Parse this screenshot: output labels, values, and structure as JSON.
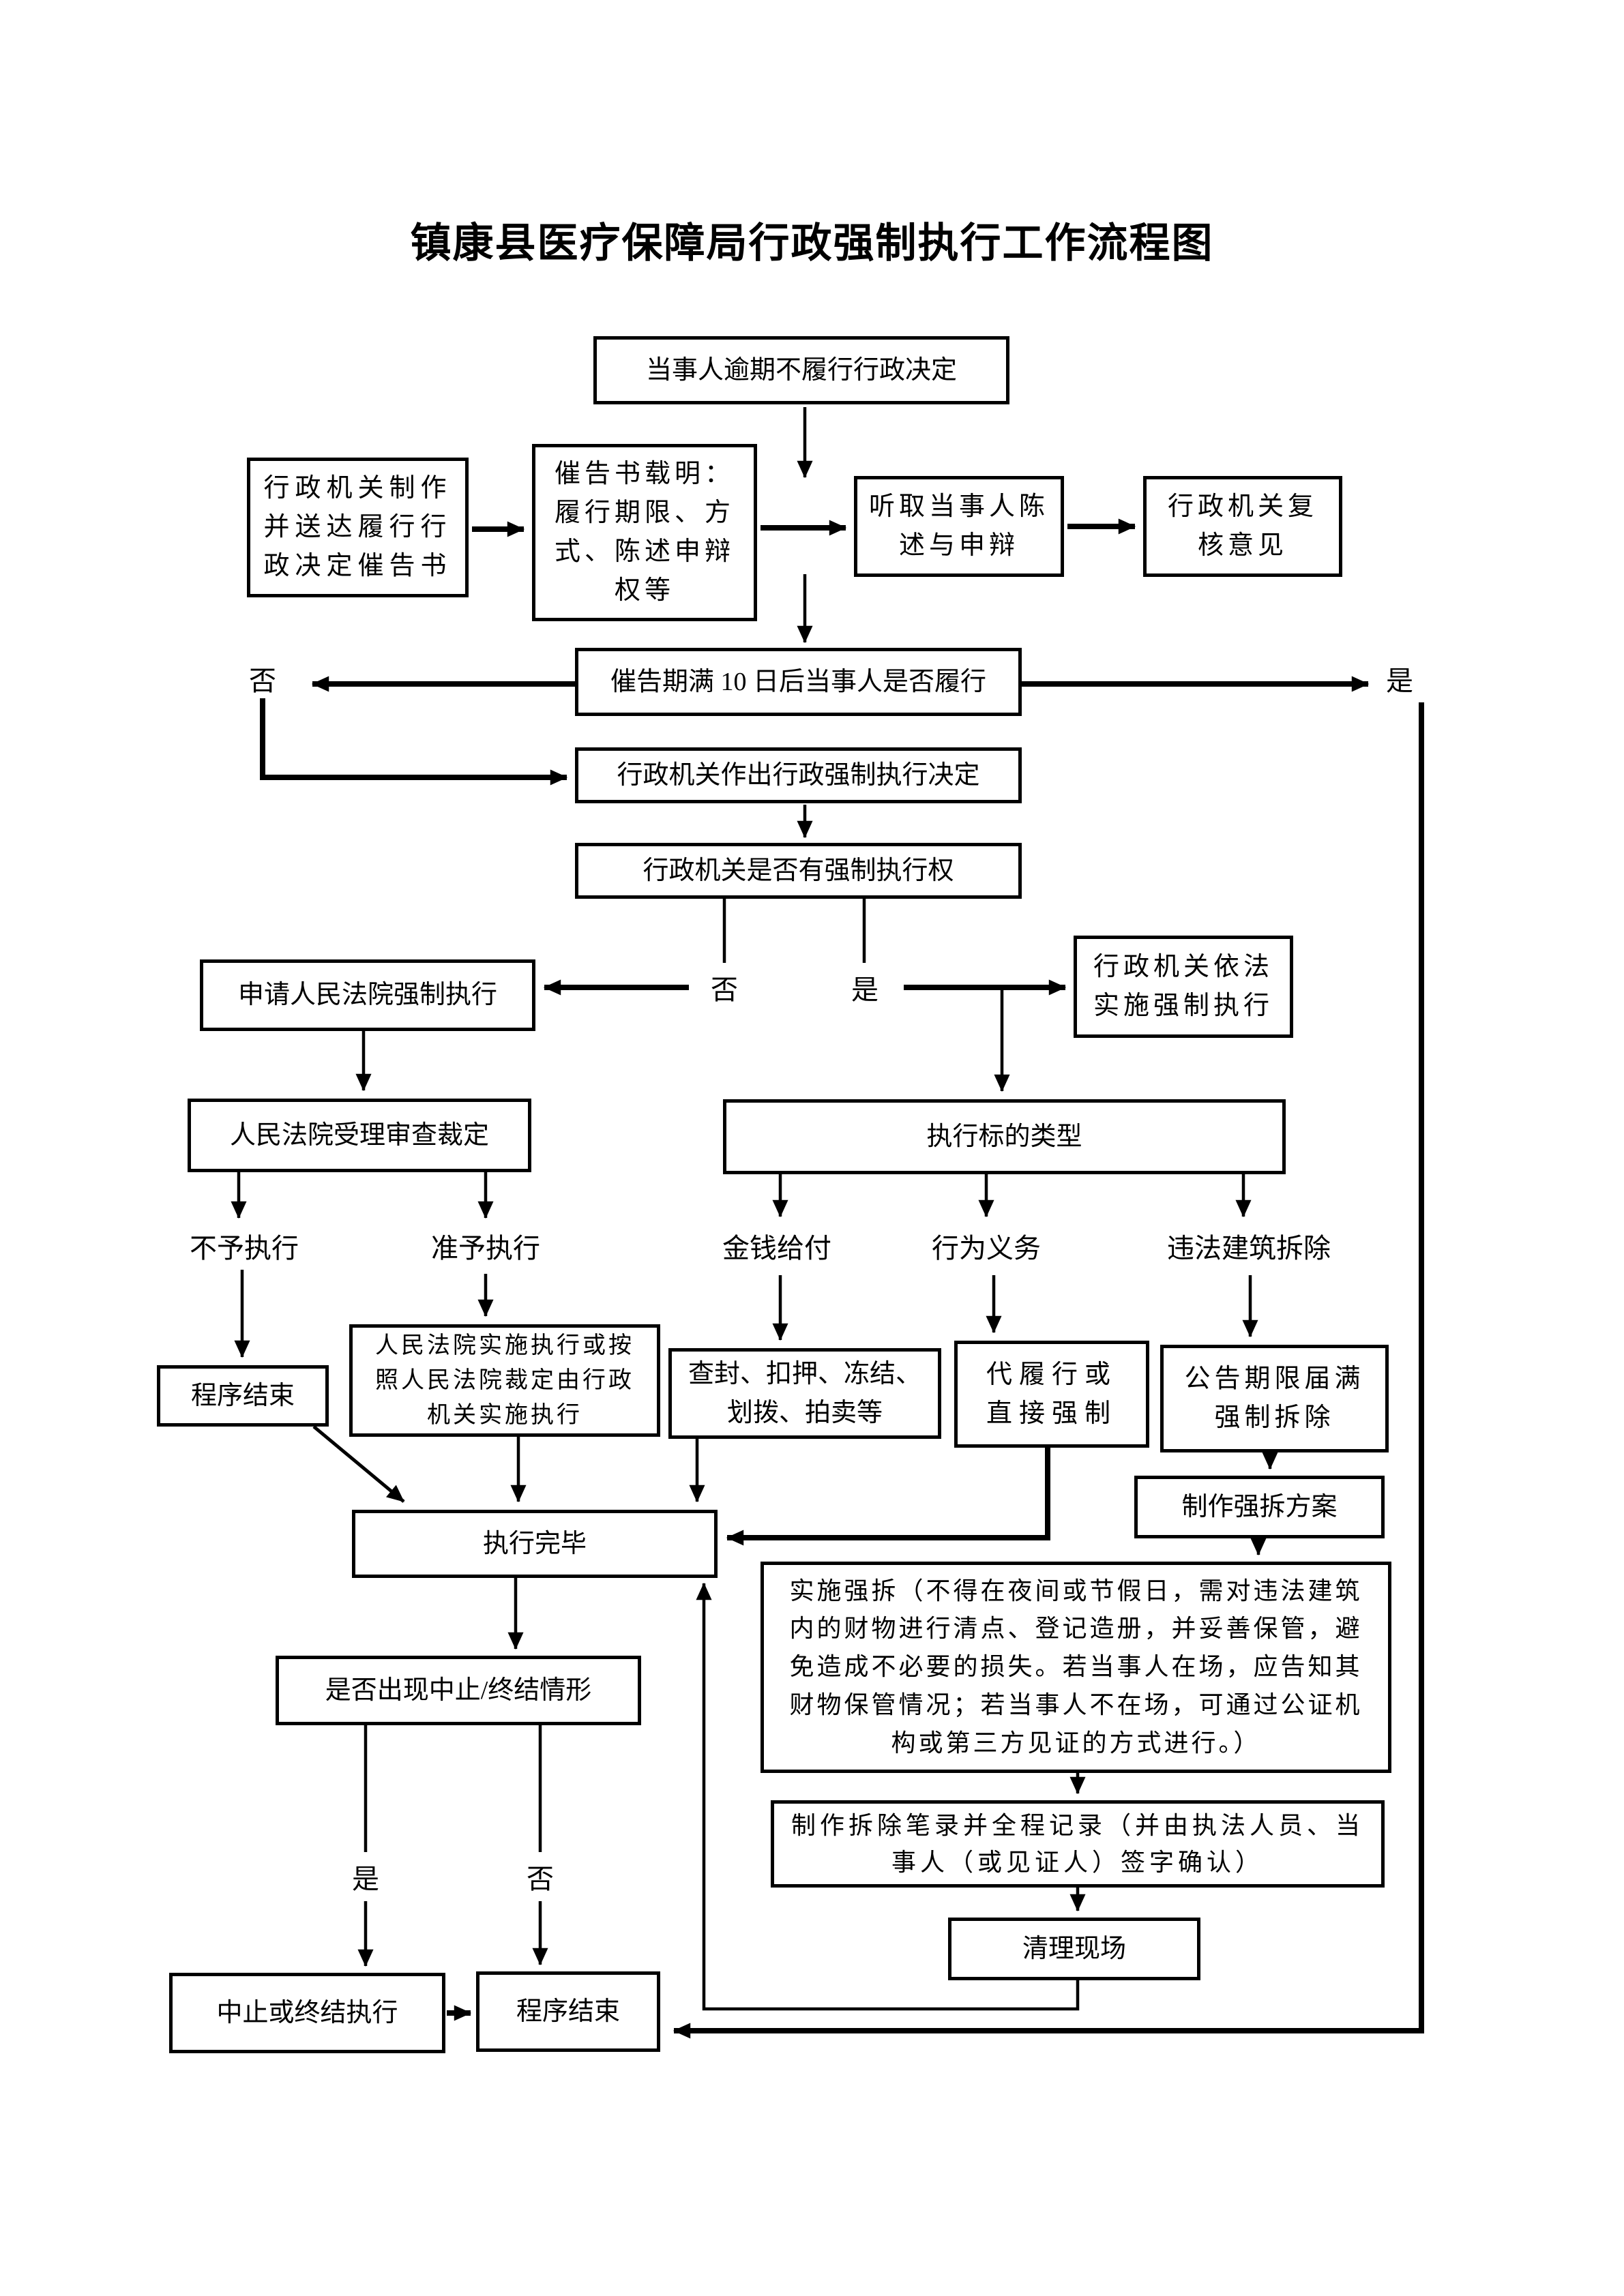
{
  "title": "镇康县医疗保障局行政强制执行工作流程图",
  "nodes": {
    "start": {
      "text": "当事人逾期不履行行政决定"
    },
    "make_notice": {
      "text": "行政机关制作并送达履行行政决定催告书"
    },
    "notice_content": {
      "text": "催告书载明：履行期限、方式、陈述申辩权等"
    },
    "listen": {
      "text": "听取当事人陈述与申辩"
    },
    "review": {
      "text": "行政机关复核意见"
    },
    "deadline": {
      "text": "催告期满 10 日后当事人是否履行"
    },
    "force_decision": {
      "text": "行政机关作出行政强制执行决定"
    },
    "has_power": {
      "text": "行政机关是否有强制执行权"
    },
    "apply_court": {
      "text": "申请人民法院强制执行"
    },
    "by_law": {
      "text": "行政机关依法实施强制执行"
    },
    "court_accept": {
      "text": "人民法院受理审查裁定"
    },
    "target_type": {
      "text": "执行标的类型"
    },
    "end_upper": {
      "text": "程序结束"
    },
    "court_exec": {
      "text": "人民法院实施执行或按照人民法院裁定由行政机关实施执行"
    },
    "seal": {
      "text": "查封、扣押、冻结、划拨、拍卖等"
    },
    "act_perform": {
      "text": "代履行或直接强制"
    },
    "notice_expire": {
      "text": "公告期限届满强制拆除"
    },
    "plan": {
      "text": "制作强拆方案"
    },
    "done": {
      "text": "执行完毕"
    },
    "demolish": {
      "text": "实施强拆（不得在夜间或节假日，需对违法建筑内的财物进行清点、登记造册，并妥善保管，避免造成不必要的损失。若当事人在场，应告知其财物保管情况；若当事人不在场，可通过公证机构或第三方见证的方式进行。）"
    },
    "record": {
      "text": "制作拆除笔录并全程记录（并由执法人员、当事人（或见证人）签字确认）"
    },
    "clean": {
      "text": "清理现场"
    },
    "interrupt": {
      "text": "是否出现中止/终结情形"
    },
    "suspend": {
      "text": "中止或终结执行"
    },
    "end_lower": {
      "text": "程序结束"
    }
  },
  "labels": {
    "no1": "否",
    "yes1": "是",
    "no2": "否",
    "yes2": "是",
    "not_exec": "不予执行",
    "permit_exec": "准予执行",
    "money": "金钱给付",
    "behavior": "行为义务",
    "illegal": "违法建筑拆除",
    "yes3": "是",
    "no3": "否"
  }
}
